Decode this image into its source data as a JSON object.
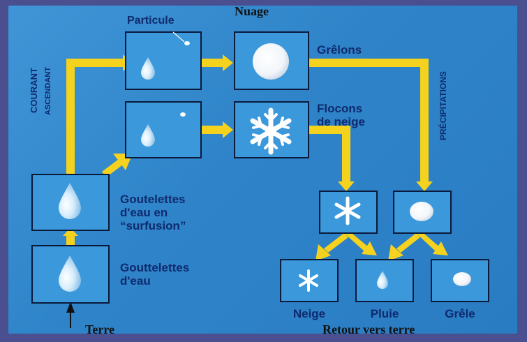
{
  "title": "Nuage",
  "captions": {
    "bottom_left": "Terre",
    "bottom_right": "Retour vers terre"
  },
  "labels": {
    "particule": "Particule",
    "grelons": "Grêlons",
    "flocons": "Flocons\nde neige",
    "goutelettes_surfusion": "Goutelettes\nd'eau en\n“surfusion”",
    "gouttelettes": "Gouttelettes\nd'eau"
  },
  "side_labels": {
    "courant_line1": "COURANT",
    "courant_line2": "ASCENDANT",
    "precipitations": "PRÉCIPITATIONS"
  },
  "outcomes": {
    "neige": "Neige",
    "pluie": "Pluie",
    "grele": "Grêle"
  },
  "colors": {
    "background": "#2f84c9",
    "box_fill": "#3b98da",
    "box_border": "#0a1a3a",
    "arrow": "#f5d21e",
    "text": "#0f2a6e"
  },
  "icons": [
    "water-drop-icon",
    "hailstone-icon",
    "snowflake-icon",
    "particle-icon"
  ]
}
